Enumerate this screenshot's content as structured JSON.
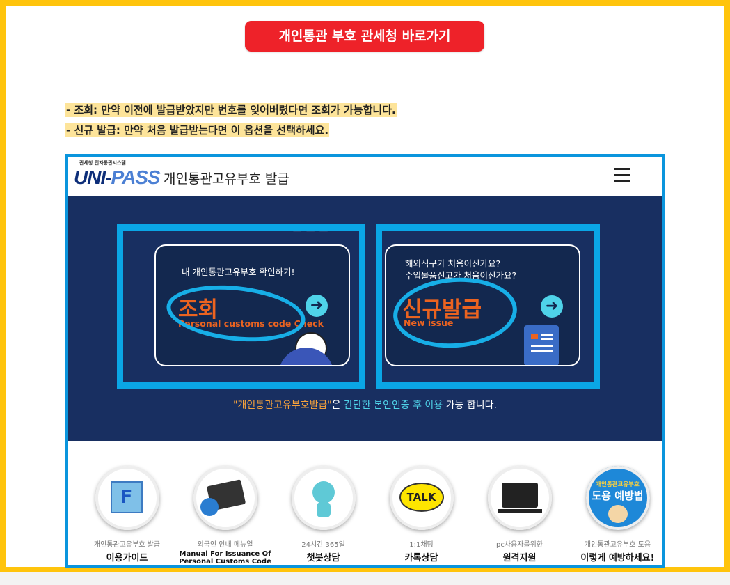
{
  "top_button": "개인통관 부호 관세청 바로가기",
  "notes": [
    "- 조회: 만약 이전에 발급받았지만 번호를 잊어버렸다면 조회가 가능합니다.",
    "- 신규 발급: 만약 처음 발급받는다면 이 옵션을 선택하세요."
  ],
  "header": {
    "logo_small": "관세청 전자통관시스템",
    "logo_main_a": "UNI-",
    "logo_main_b": "PASS",
    "title": "개인통관고유부호  발급",
    "menu_icon": "hamburger-icon"
  },
  "cards": {
    "lookup": {
      "small": "내 개인통관고유부호 확인하기!",
      "title": "조회",
      "en": "Personal customs code Check"
    },
    "new": {
      "small1": "해외직구가 처음이신가요?",
      "small2": "수입물품신고가 처음이신가요?",
      "title": "신규발급",
      "en": "New issue"
    }
  },
  "banner_note": {
    "quote": "\"개인통관고유부호발급\"",
    "part1": "은 ",
    "link": "간단한 본인인증 후 이용",
    "part2": " 가능 합니다."
  },
  "colors": {
    "border": "#ffc40c",
    "button": "#ee2229",
    "banner": "#182f61",
    "highlight": "#0aa6e6",
    "orange": "#eb6320"
  },
  "icons": [
    {
      "icon": "cube-icon",
      "sub": "개인통관고유부호 발급",
      "main": "이용가이드"
    },
    {
      "icon": "book-globe-icon",
      "sub": "외국인 안내 메뉴얼",
      "main1": "Manual For Issuance Of",
      "main2": "Personal Customs Code"
    },
    {
      "icon": "rabbit-robot-icon",
      "sub": "24시간 365일",
      "main": "챗봇상담"
    },
    {
      "icon": "talk-bubble-icon",
      "sub": "1:1채팅",
      "main": "카톡상담",
      "badge": "TALK"
    },
    {
      "icon": "remote-monitor-icon",
      "sub": "pc사용자를위한",
      "main": "원격지원"
    },
    {
      "icon": "prevention-dog-icon",
      "sub": "개인통관고유부호 도용",
      "main": "이렇게 예방하세요!",
      "badge1": "개인통관고유부호",
      "badge2": "도용 예방법"
    }
  ]
}
